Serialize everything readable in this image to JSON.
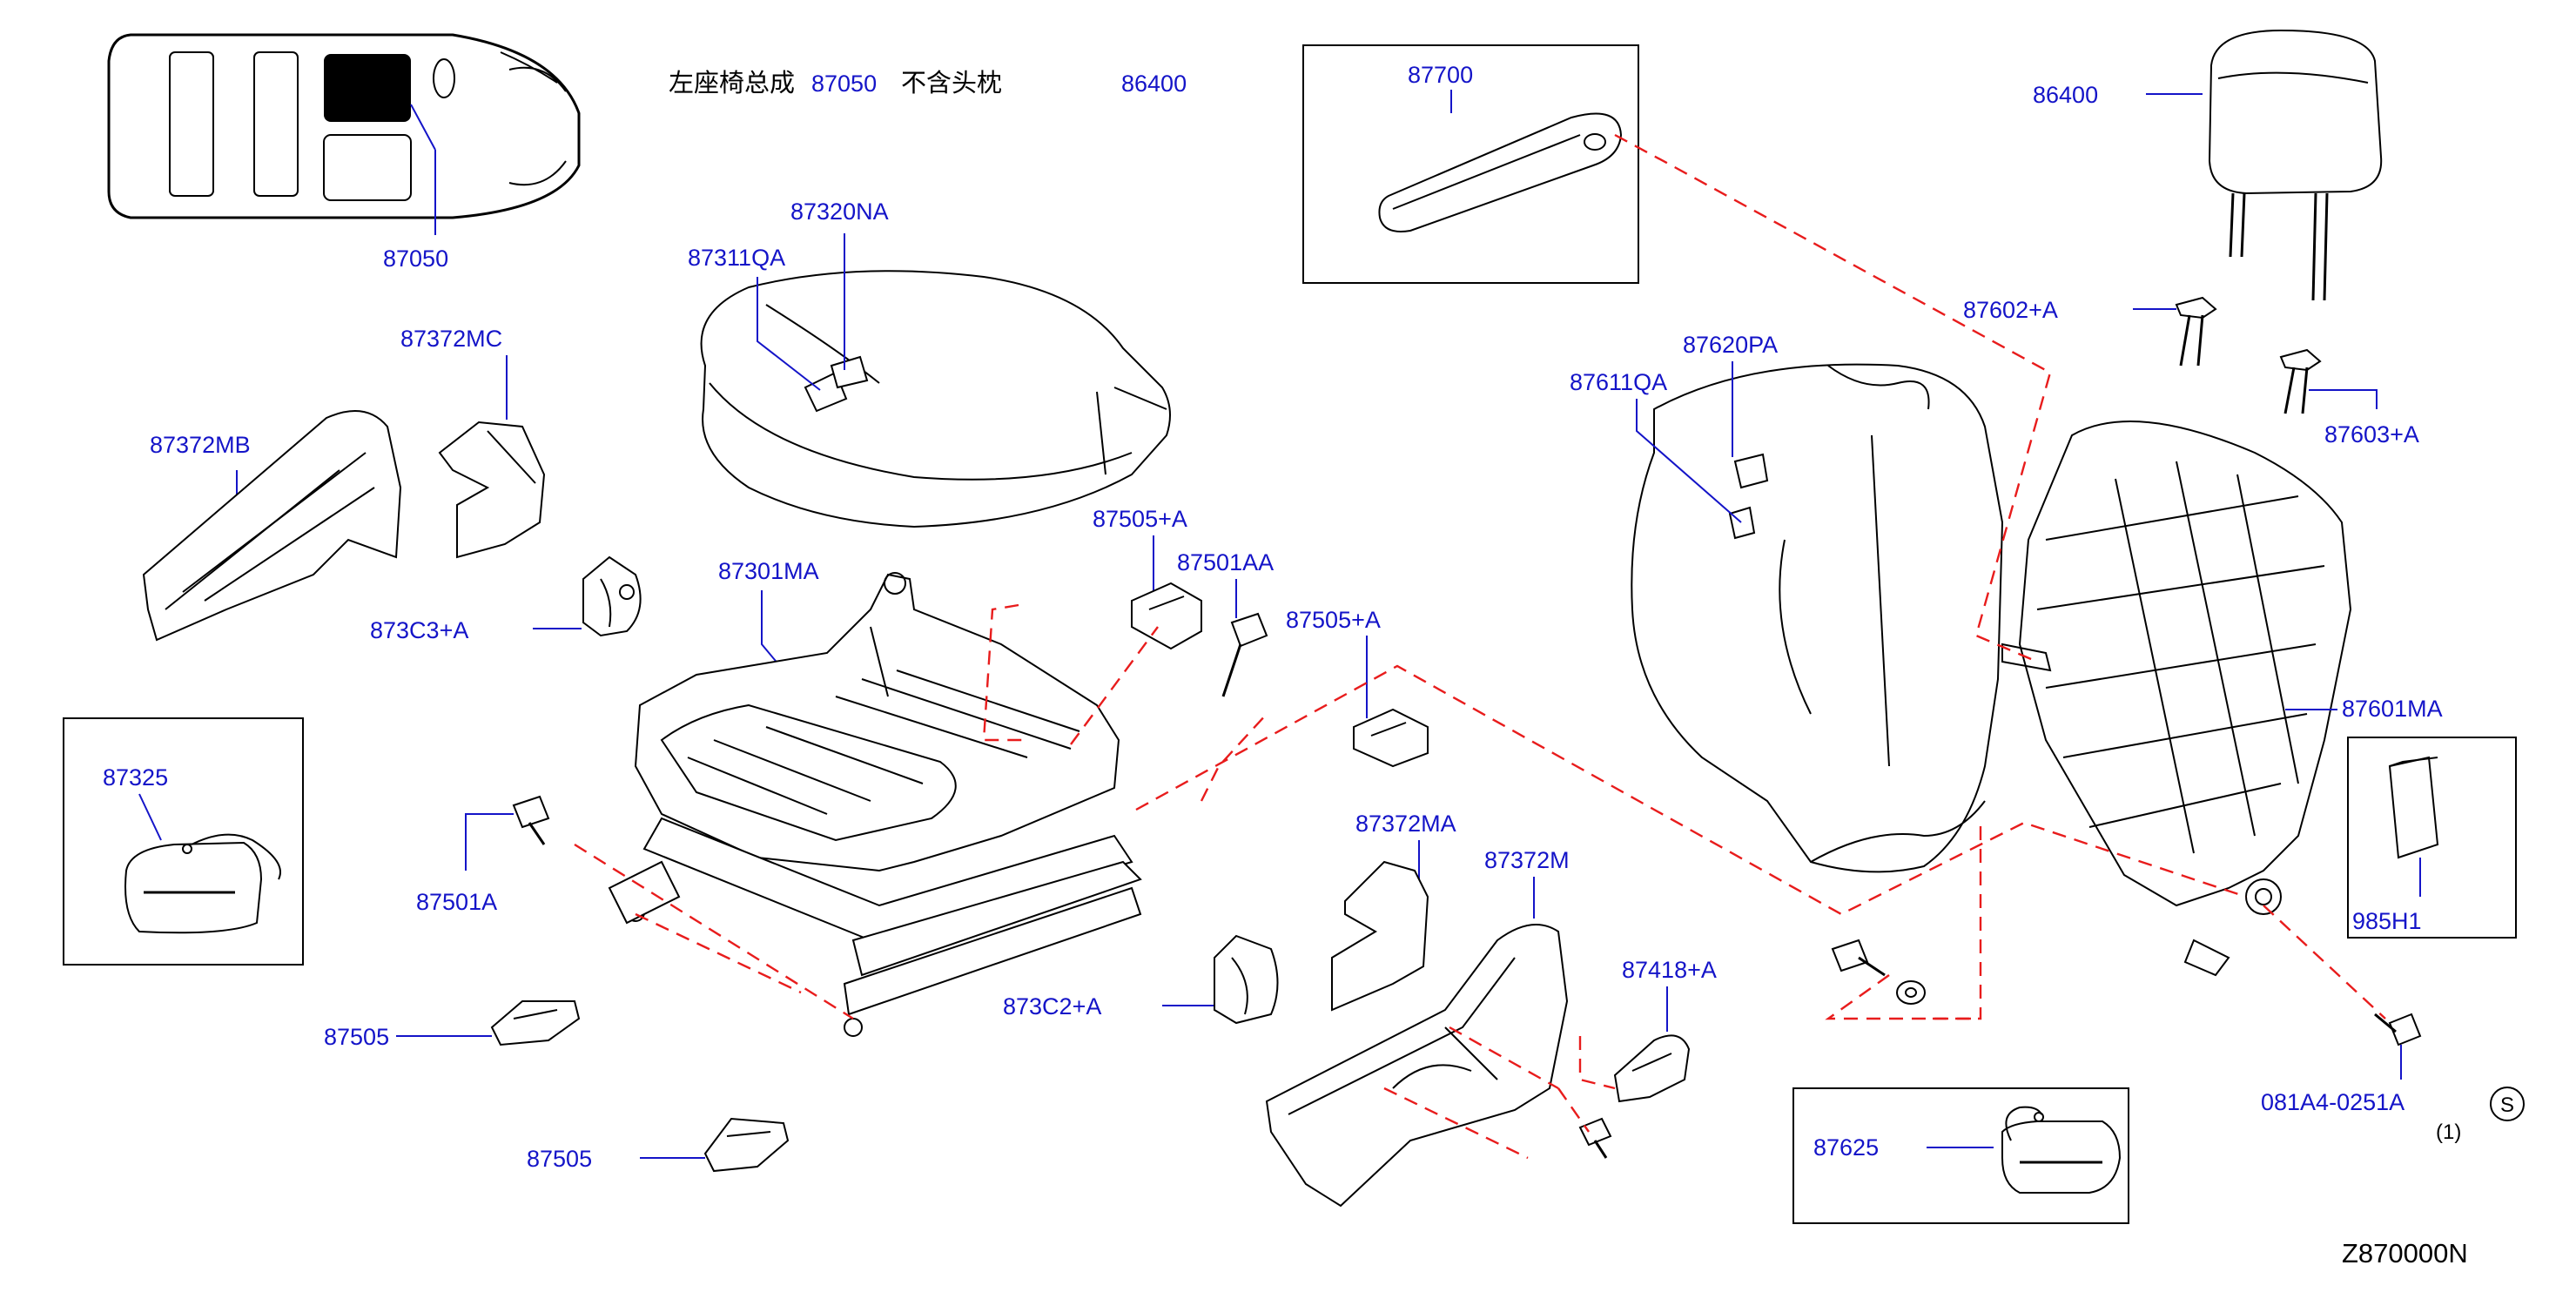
{
  "header": {
    "text_cn1": "左座椅总成",
    "code": "87050",
    "text_cn2": "不含头枕",
    "headrest_ref": "86400"
  },
  "diagram_id": "Z870000N",
  "symbol": "S",
  "qty_note": "(1)",
  "colors": {
    "label": "#1414c8",
    "dash": "#e81c1c",
    "line": "#000000"
  },
  "callouts": {
    "c87050": "87050",
    "c87700": "87700",
    "c86400": "86400",
    "c87320NA": "87320NA",
    "c87311QA": "87311QA",
    "c87372MC": "87372MC",
    "c87372MB": "87372MB",
    "c873C3A": "873C3+A",
    "c87301MA": "87301MA",
    "c87505A_1": "87505+A",
    "c87501AA": "87501AA",
    "c87505A_2": "87505+A",
    "c87325": "87325",
    "c87501A": "87501A",
    "c87505_1": "87505",
    "c87505_2": "87505",
    "c873C2A": "873C2+A",
    "c87372MA": "87372MA",
    "c87372M": "87372M",
    "c87418A": "87418+A",
    "c87625": "87625",
    "c87620PA": "87620PA",
    "c87611QA": "87611QA",
    "c87602A": "87602+A",
    "c87603A": "87603+A",
    "c87601MA": "87601MA",
    "c985H1": "985H1",
    "c081A4": "081A4-0251A"
  }
}
